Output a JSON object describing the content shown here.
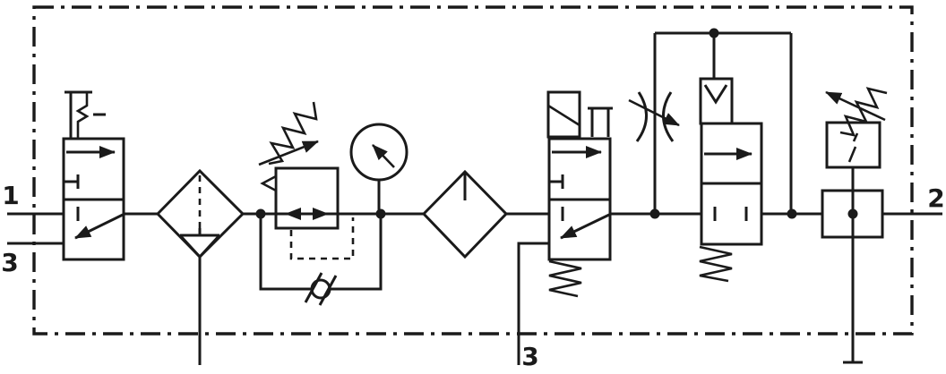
{
  "diagram": {
    "type": "pneumatic-circuit-schematic",
    "colors": {
      "line": "#1a1a1a",
      "background": "#ffffff"
    },
    "ports": {
      "one": "1",
      "three_left": "3",
      "three_bottom": "3",
      "two": "2"
    },
    "components": [
      "manual-shutoff-valve-3-2",
      "filter-water-separator",
      "pressure-regulator-with-bypass-check-valve",
      "pressure-gauge",
      "lubricator",
      "solenoid-valve-3-2-spring-return",
      "adjustable-flow-restrictor",
      "soft-start-pilot-valve-2-2",
      "pressure-switch"
    ]
  }
}
